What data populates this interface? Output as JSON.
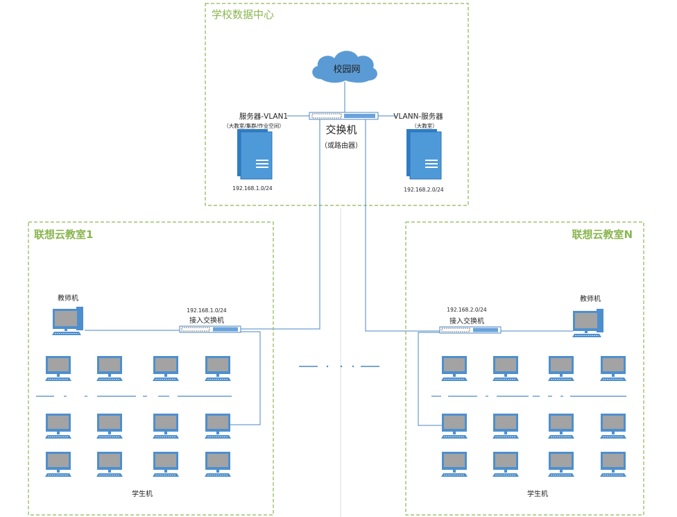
{
  "data_center": {
    "title": "学校数据中心",
    "cloud_label": "校园网",
    "core_switch_label": "交换机",
    "core_switch_sub": "（或路由器）",
    "left_server": {
      "label": "服务器-VLAN1",
      "sub": "（大教室/集群/作业空间）",
      "ip": "192.168.1.0/24"
    },
    "right_server": {
      "label": "VLANN-服务器",
      "sub": "（大教室）",
      "ip": "192.168.2.0/24"
    }
  },
  "classroom_1": {
    "title": "联想云教室1",
    "teacher_label": "教师机",
    "switch_ip": "192.168.1.0/24",
    "switch_label": "接入交换机",
    "students_label": "学生机"
  },
  "classroom_n": {
    "title": "联想云教室N",
    "teacher_label": "教师机",
    "switch_ip": "192.168.2.0/24",
    "switch_label": "接入交换机",
    "students_label": "学生机"
  },
  "colors": {
    "title_green": "#8ab650",
    "box_border": "#8ab650",
    "line_blue": "#4a86c5",
    "cloud_blue": "#5b9bd5",
    "server_blue": "#3f8dd2",
    "monitor_gray": "#9e9e9e",
    "monitor_blue": "#4d8fce"
  }
}
